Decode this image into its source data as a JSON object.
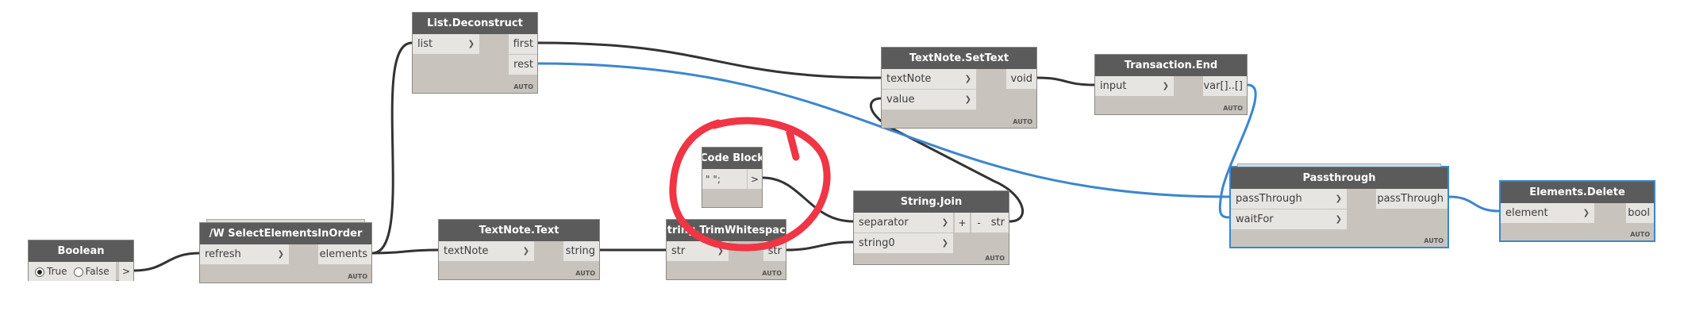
{
  "colors": {
    "header": "#5b5b5b",
    "body": "#c8c4bd",
    "port": "#e6e5e2",
    "wire": "#333333",
    "wire_selected": "#3c86cf",
    "annotation": "#f03545"
  },
  "auto_label": "AUTO",
  "nodes": {
    "boolean": {
      "title": "Boolean",
      "options": [
        "True",
        "False"
      ],
      "selected": "True",
      "output": ">"
    },
    "select": {
      "title": "/W SelectElementsInOrder",
      "inputs": [
        "refresh"
      ],
      "outputs": [
        "elements"
      ]
    },
    "listDecon": {
      "title": "List.Deconstruct",
      "inputs": [
        "list"
      ],
      "outputs": [
        "first",
        "rest"
      ]
    },
    "textNoteText": {
      "title": "TextNote.Text",
      "inputs": [
        "textNote"
      ],
      "outputs": [
        "string"
      ]
    },
    "codeBlock": {
      "title": "Code Block",
      "code": "\" \";",
      "output": ">"
    },
    "trim": {
      "title": "String.TrimWhitespace",
      "inputs": [
        "str"
      ],
      "outputs": [
        "str"
      ]
    },
    "setText": {
      "title": "TextNote.SetText",
      "inputs": [
        "textNote",
        "value"
      ],
      "outputs": [
        "void"
      ]
    },
    "transEnd": {
      "title": "Transaction.End",
      "inputs": [
        "input"
      ],
      "outputs": [
        "var[]..[]"
      ]
    },
    "join": {
      "title": "String.Join",
      "inputs": [
        "separator",
        "string0"
      ],
      "outputs": [
        "str"
      ],
      "add": "+",
      "remove": "-"
    },
    "passthrough": {
      "title": "Passthrough",
      "inputs": [
        "passThrough",
        "waitFor"
      ],
      "outputs": [
        "passThrough"
      ]
    },
    "delete": {
      "title": "Elements.Delete",
      "inputs": [
        "element"
      ],
      "outputs": [
        "bool"
      ]
    }
  }
}
